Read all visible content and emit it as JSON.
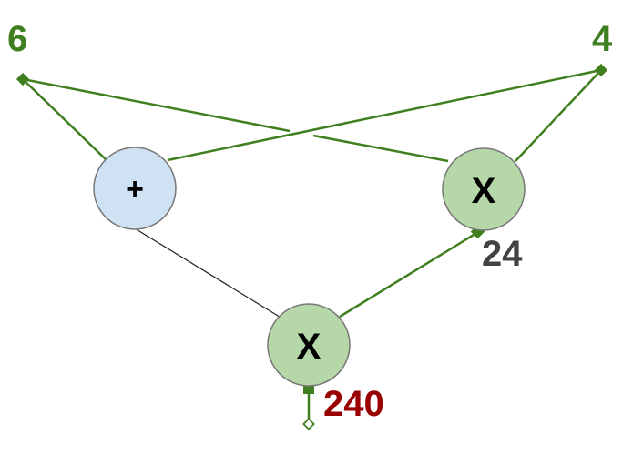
{
  "inputs": {
    "left_value": "6",
    "right_value": "4"
  },
  "nodes": {
    "add_symbol": "+",
    "mul_right_symbol": "X",
    "mul_bottom_symbol": "X"
  },
  "outputs": {
    "mul_right_value": "24",
    "final_value": "240"
  },
  "colors": {
    "edge_green": "#3f7f1f",
    "input_label_green": "#3f7f1f",
    "add_fill": "#cfe2f3",
    "mul_fill": "#b6d7a8",
    "node_stroke": "#777777",
    "mid_value": "#434343",
    "final_value": "#990000"
  }
}
